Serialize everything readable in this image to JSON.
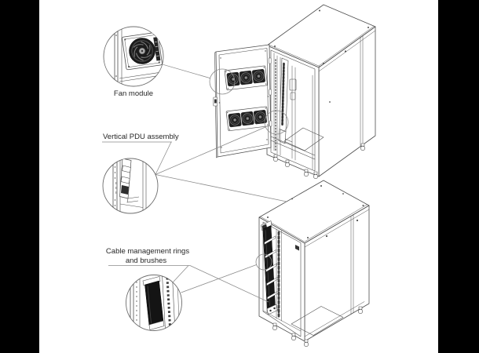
{
  "scene": {
    "kind": "rack-cabinet-technical-diagram",
    "canvas_color": "#ffffff",
    "letterbox_color": "#000000"
  },
  "diagram": {
    "callouts": {
      "fan_module": {
        "label": "Fan module"
      },
      "vertical_pdu": {
        "label": "Vertical PDU assembly"
      },
      "cable_management": {
        "label_line1": "Cable management rings",
        "label_line2": "and brushes"
      }
    },
    "colors": {
      "line": "#4d4d4d",
      "leader_line": "#8a8a8a",
      "dark_component": "#1b1b1b",
      "label_text": "#262626"
    }
  }
}
